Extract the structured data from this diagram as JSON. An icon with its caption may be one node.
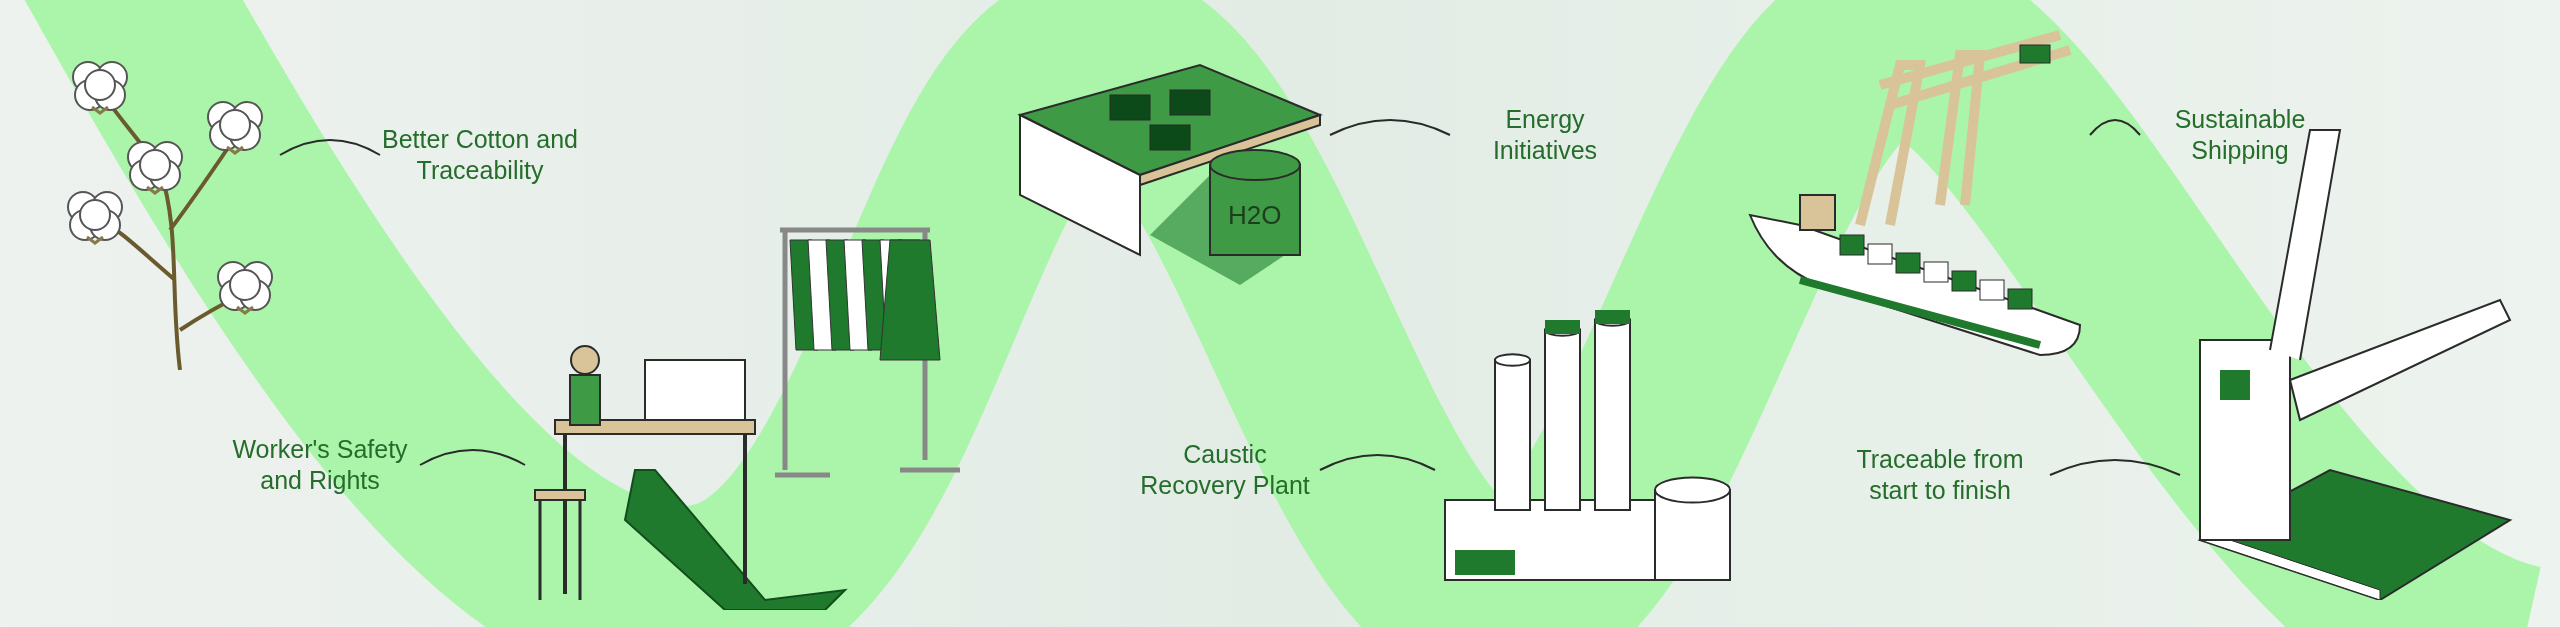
{
  "diagram": {
    "nodes": [
      {
        "text": [
          "Better Cotton and Traceability"
        ]
      },
      {
        "text": [
          "Worker's Safety and Rights"
        ]
      },
      {
        "text": [
          "Energy Initiatives"
        ]
      },
      {
        "text": [
          "Caustic Recovery Plant"
        ]
      },
      {
        "text": [
          "Sustainable Shipping"
        ]
      },
      {
        "text": [
          "Traceable from start to finish"
        ]
      },
      {
        "text": [],
        "shape": "picture"
      },
      {
        "text": [],
        "shape": "picture"
      },
      {
        "text": [],
        "shape": "picture"
      },
      {
        "text": [],
        "shape": "picture"
      },
      {
        "text": [],
        "shape": "picture"
      },
      {
        "text": [],
        "shape": "picture"
      }
    ],
    "edges": [
      {
        "from": 0,
        "to": 6,
        "arrow": "none"
      },
      {
        "from": 1,
        "to": 7,
        "arrow": "none"
      },
      {
        "from": 2,
        "to": 8,
        "arrow": "none"
      },
      {
        "from": 3,
        "to": 9,
        "arrow": "none"
      },
      {
        "from": 4,
        "to": 10,
        "arrow": "none"
      },
      {
        "from": 5,
        "to": 11,
        "arrow": "none"
      }
    ],
    "labels": [
      "H2O"
    ]
  }
}
